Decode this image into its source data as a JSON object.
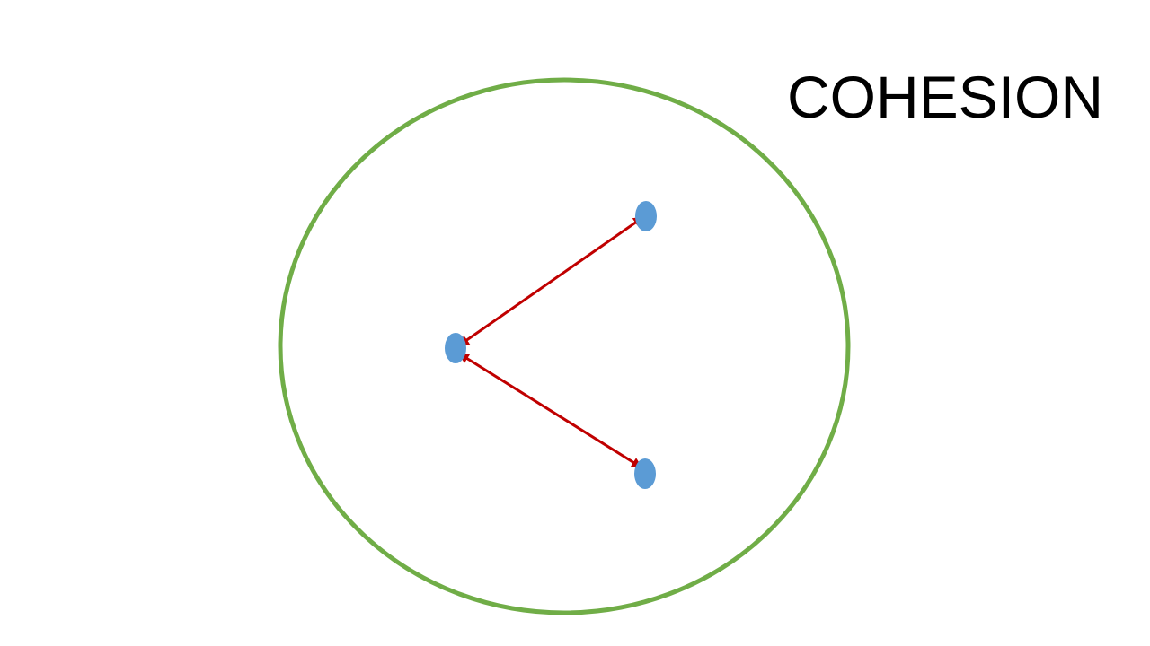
{
  "slide": {
    "title": "COHESION"
  },
  "diagram": {
    "boundary": {
      "shape": "circle",
      "color": "#70AD47"
    },
    "nodes": [
      {
        "id": "center",
        "color": "#5B9BD5"
      },
      {
        "id": "upper-right",
        "color": "#5B9BD5"
      },
      {
        "id": "lower-right",
        "color": "#5B9BD5"
      }
    ],
    "edges": [
      {
        "from": "center",
        "to": "upper-right",
        "arrowheads": "both",
        "color": "#C00000"
      },
      {
        "from": "center",
        "to": "lower-right",
        "arrowheads": "both",
        "color": "#C00000"
      }
    ]
  }
}
